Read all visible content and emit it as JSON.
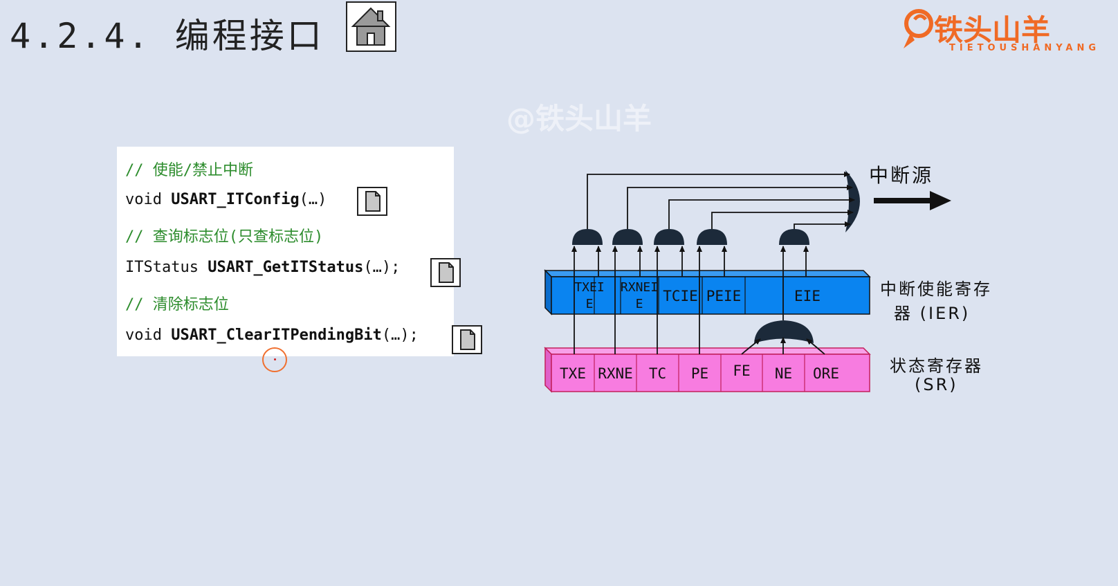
{
  "header": {
    "title": "4.2.4.  编程接口"
  },
  "logo": {
    "brand": "铁头山羊",
    "sub": "TIETOUSHANYANG"
  },
  "watermark": "@铁头山羊",
  "code": {
    "comment_enable": "// 使能/禁止中断",
    "it_config_prefix": "void ",
    "it_config_func": "USART_ITConfig",
    "it_config_suffix": "(…)",
    "comment_query": "// 查询标志位(只查标志位)",
    "get_status_prefix": "ITStatus ",
    "get_status_func": "USART_GetITStatus",
    "get_status_suffix": "(…);",
    "comment_clear": "// 清除标志位",
    "clear_prefix": "void ",
    "clear_func": "USART_ClearITPendingBit",
    "clear_suffix": "(…);"
  },
  "diagram": {
    "interrupt_source_label": "中断源",
    "ier_label_line1": "中断使能寄存",
    "ier_label_line2": "器 (IER)",
    "sr_label_line1": "状态寄存器",
    "sr_label_line2": "(SR)",
    "ier_cells": [
      {
        "line1": "TXEI",
        "line2": "E"
      },
      {
        "line1": "RXNEI",
        "line2": "E"
      },
      {
        "line1": "TCIE",
        "line2": ""
      },
      {
        "line1": "PEIE",
        "line2": ""
      },
      {
        "line1": "EIE",
        "line2": ""
      }
    ],
    "sr_cells": [
      "TXE",
      "RXNE",
      "TC",
      "PE",
      "FE",
      "NE",
      "ORE"
    ],
    "colors": {
      "ier_fill": "#0a84f0",
      "sr_fill": "#f77ce0",
      "gate_fill": "#1c2a3a",
      "background": "#dce3f0",
      "logo": "#f06a25",
      "comment": "#2c8c2c"
    }
  },
  "icons": {
    "home": "home-icon",
    "doc": "document-icon"
  }
}
